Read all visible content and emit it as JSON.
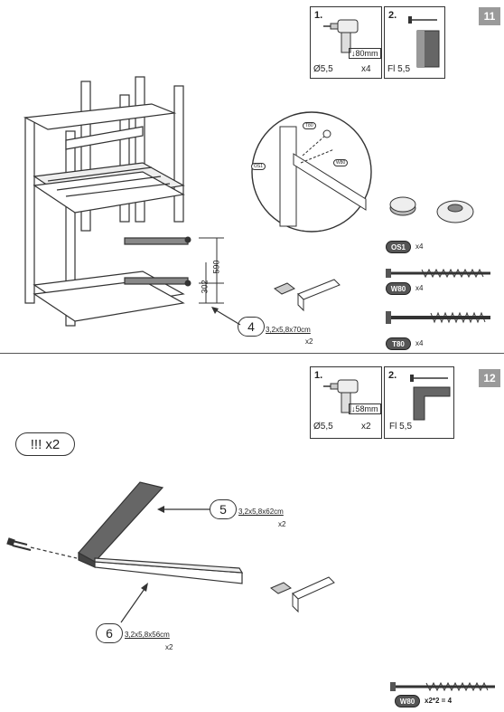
{
  "step11": {
    "number": "11",
    "box1": {
      "index": "1.",
      "depth": "↓80mm",
      "drill": "Ø5,5",
      "count": "x4"
    },
    "box2": {
      "index": "2.",
      "text": "Fl 5,5"
    },
    "dims": {
      "height_total": "590",
      "height_step": "302"
    },
    "callouts": [
      "OS1",
      "T80",
      "W80"
    ],
    "part": {
      "id": "4",
      "size": "3,2x5,8x70cm",
      "qty": "x2"
    },
    "hardware": [
      {
        "code": "OS1",
        "qty": "x4"
      },
      {
        "code": "W80",
        "qty": "x4"
      },
      {
        "code": "T80",
        "qty": "x4"
      }
    ]
  },
  "step12": {
    "number": "12",
    "box1": {
      "index": "1.",
      "depth": "↓58mm",
      "drill": "Ø5,5",
      "count": "x2"
    },
    "box2": {
      "index": "2.",
      "text": "Fl 5,5"
    },
    "warning": "!!! x2",
    "parts": [
      {
        "id": "5",
        "size": "3,2x5,8x62cm",
        "qty": "x2"
      },
      {
        "id": "6",
        "size": "3,2x5,8x56cm",
        "qty": "x2"
      }
    ],
    "hardware": {
      "code": "W80",
      "qty": "x2*2 = 4"
    }
  },
  "colors": {
    "badge": "#9a9a9a",
    "pill": "#555555"
  }
}
